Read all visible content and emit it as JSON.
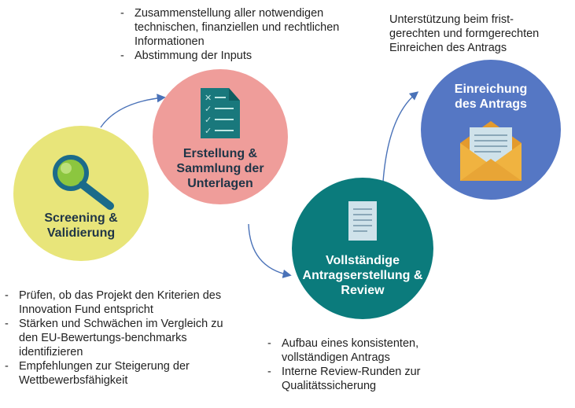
{
  "steps": [
    {
      "title": "Screening &\nValidierung",
      "color": "#e8e57a",
      "text_color": "#1f3547"
    },
    {
      "title": "Erstellung &\nSammlung der\nUnterlagen",
      "color": "#ef9d9a",
      "text_color": "#1f3547"
    },
    {
      "title": "Vollständige\nAntragserstellung &\nReview",
      "color": "#0b7b7c",
      "text_color": "#ffffff"
    },
    {
      "title": "Einreichung\ndes Antrags",
      "color": "#5577c4",
      "text_color": "#ffffff"
    }
  ],
  "notes": {
    "screening": [
      "Prüfen, ob das Projekt den Kriterien des Innovation Fund entspricht",
      "Stärken und Schwächen im Vergleich zu den EU-Bewertungs-benchmarks identifizieren",
      "Empfehlungen zur Steigerung der Wettbewerbsfähigkeit"
    ],
    "erstellung": [
      "Zusammenstellung aller notwendigen technischen, finanziellen und rechtlichen Informationen",
      "Abstimmung der Inputs"
    ],
    "review": [
      "Aufbau eines konsistenten, vollständigen Antrags",
      "Interne Review-Runden zur Qualitätssicherung"
    ],
    "einreichung": "Unterstützung beim frist-\ngerechten und formgerechten\nEinreichen des Antrags"
  },
  "colors": {
    "arrow": "#4a72b8"
  }
}
